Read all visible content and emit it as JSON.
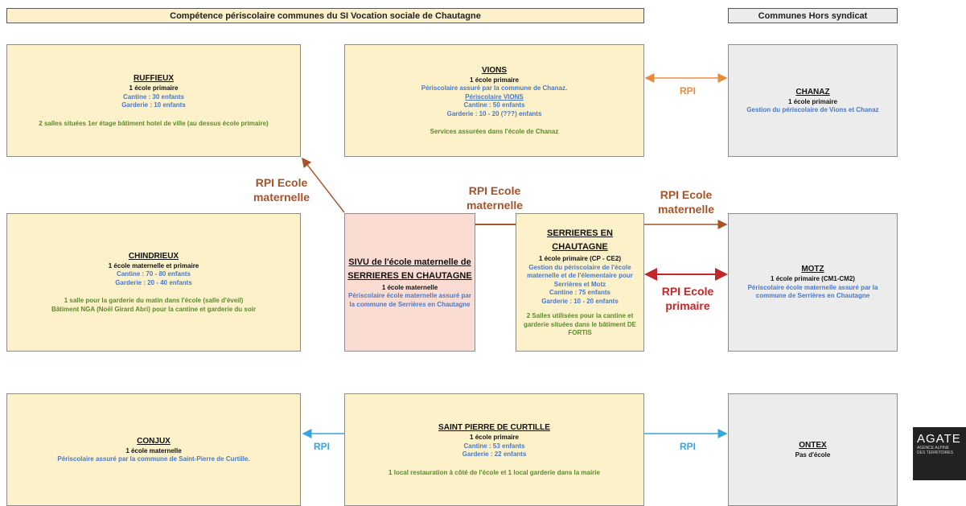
{
  "headers": {
    "main": "Compétence périscolaire communes du SI Vocation sociale de Chautagne",
    "hors": "Communes Hors syndicat"
  },
  "boxes": {
    "ruffieux": {
      "title": "RUFFIEUX",
      "l1": "1 école primaire",
      "l2": "Cantine : 30 enfants",
      "l3": "Garderie : 10 enfants",
      "l4": "2 salles situées 1er étage bâtiment hotel de ville (au dessus école primaire)"
    },
    "vions": {
      "title": "VIONS",
      "l1": "1 école primaire",
      "l2": "Périscolaire assuré par la commune de Chanaz.",
      "l3": "Périscolaire VIONS",
      "l4": "Cantine : 50 enfants",
      "l5": "Garderie : 10 - 20 (???) enfants",
      "l6": "Services assurées dans l'école de Chanaz"
    },
    "chanaz": {
      "title": "CHANAZ",
      "l1": "1 école primaire",
      "l2": "Gestion du périscolaire de Vions et Chanaz"
    },
    "chindrieux": {
      "title": "CHINDRIEUX",
      "l1": "1 école maternelle et primaire",
      "l2": "Cantine : 70 - 80 enfants",
      "l3": "Garderie : 20 - 40 enfants",
      "l4": "1 salle pour la garderie du matin dans l'école (salle d'éveil)",
      "l5": "Bâtiment NGA (Noël Girard Abri) pour la cantine et garderie du soir"
    },
    "sivu": {
      "title": "SIVU de l'école maternelle de SERRIERES EN CHAUTAGNE",
      "l1": "1 école maternelle",
      "l2": "Périscolaire école maternelle assuré par la commune de Serrières en Chautagne"
    },
    "serrieres": {
      "title": "SERRIERES EN CHAUTAGNE",
      "l1": "1 école primaire (CP - CE2)",
      "l2": "Gestion du périscolaire de l'école maternelle et de l'élementaire pour Serrières et Motz",
      "l3": "Cantine : 75 enfants",
      "l4": "Garderie : 10 - 20 enfants",
      "l5": "2 Salles utilisées pour la cantine et garderie situées dans le bâtiment DE FORTIS"
    },
    "motz": {
      "title": "MOTZ",
      "l1": "1 école primaire (CM1-CM2)",
      "l2": "Périscolaire école maternelle assuré par la commune de Serrières en Chautagne"
    },
    "conjux": {
      "title": "CONJUX",
      "l1": "1 école maternelle",
      "l2": "Périscolaire assuré par la commune de Saint-Pierre de Curtille."
    },
    "spc": {
      "title": "SAINT PIERRE DE CURTILLE",
      "l1": "1 école primaire",
      "l2": "Cantine : 53 enfants",
      "l3": "Garderie : 22 enfants",
      "l4": "1 local restauration à côté de l'école et 1 local garderie dans la mairie"
    },
    "ontex": {
      "title": "ONTEX",
      "l1": "Pas d'école"
    }
  },
  "labels": {
    "rpi_vions_chanaz": "RPI",
    "rpi_mat_ruffieux_1": "RPI Ecole",
    "rpi_mat_ruffieux_2": "maternelle",
    "rpi_mat_center_1": "RPI Ecole",
    "rpi_mat_center_2": "maternelle",
    "rpi_mat_motz_1": "RPI Ecole",
    "rpi_mat_motz_2": "maternelle",
    "rpi_prim_1": "RPI Ecole",
    "rpi_prim_2": "primaire",
    "rpi_conjux": "RPI",
    "rpi_ontex": "RPI"
  },
  "logo": {
    "text": "AGATE",
    "sub1": "AGENCE ALPINE",
    "sub2": "DES TERRITOIRES"
  },
  "colors": {
    "yellow": "#fdf1c9",
    "grey": "#ececec",
    "pink": "#fbdcd3",
    "brown": "#a7532a",
    "orange": "#e88a3c",
    "red": "#c0262a",
    "blue_link": "#37a6dd"
  }
}
